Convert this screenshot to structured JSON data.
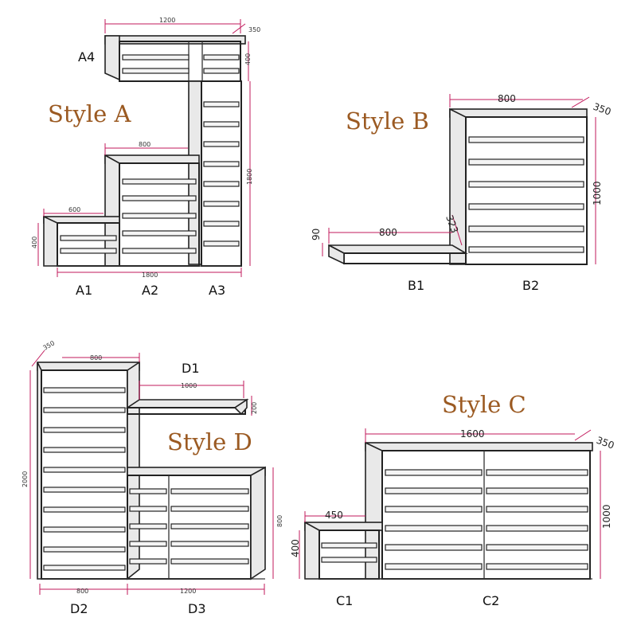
{
  "styles": {
    "a": "Style A",
    "b": "Style B",
    "c": "Style C",
    "d": "Style D"
  },
  "parts": {
    "a1": "A1",
    "a2": "A2",
    "a3": "A3",
    "a4": "A4",
    "b1": "B1",
    "b2": "B2",
    "c1": "C1",
    "c2": "C2",
    "d1": "D1",
    "d2": "D2",
    "d3": "D3"
  },
  "dims": {
    "a_top_width": "1200",
    "a_depth": "350",
    "a4_height": "400",
    "a3_height": "1800",
    "a2_width": "800",
    "a1_width": "600",
    "a1_height": "400",
    "a_total_width": "1800",
    "b2_width": "800",
    "b_depth": "350",
    "b2_height": "1000",
    "b1_width": "800",
    "b1_height": "90",
    "b1_depth": "323",
    "d_depth": "350",
    "d2_width_top": "800",
    "d1_width": "1000",
    "d1_height": "200",
    "d2_height": "2000",
    "d3_height": "800",
    "d2_width": "800",
    "d3_width": "1200",
    "c2_width": "1600",
    "c_depth": "350",
    "c2_height": "1000",
    "c1_width": "450",
    "c1_height": "400"
  }
}
